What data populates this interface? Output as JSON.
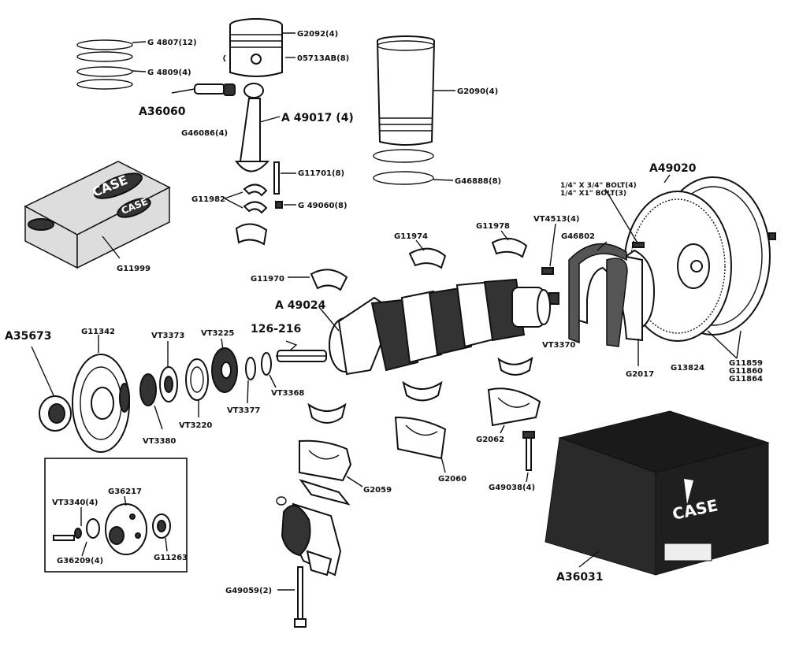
{
  "labels": {
    "g4807": "G 4807(12)",
    "g4809": "G 4809(4)",
    "g2092": "G2092(4)",
    "g05713": "05713AB(8)",
    "g2090": "G2090(4)",
    "a36060": "A36060",
    "a49017": "A 49017 (4)",
    "g46086": "G46086(4)",
    "g11701": "G11701(8)",
    "g11982": "G11982",
    "g49060": "G 49060(8)",
    "g46888": "G46888(8)",
    "g11999": "G11999",
    "a49020": "A49020",
    "bolt1": "1/4\" X 3/4\" BOLT(4)",
    "bolt2": "1/4\" X1\" BOLT(3)",
    "vt4513": "VT4513(4)",
    "g46802": "G46802",
    "g11974": "G11974",
    "g11978": "G11978",
    "g11970": "G11970",
    "a49024": "A 49024",
    "n126": "126-216",
    "a35673": "A35673",
    "g11342": "G11342",
    "vt3373": "VT3373",
    "vt3225": "VT3225",
    "vt3370": "VT3370",
    "g2017": "G2017",
    "g13824": "G13824",
    "g11859": "G11859",
    "g11860": "G11860",
    "g11864": "G11864",
    "vt3368": "VT3368",
    "vt3377": "VT3377",
    "vt3220": "VT3220",
    "vt3380": "VT3380",
    "g2062": "G2062",
    "g2060": "G2060",
    "g2059": "G2059",
    "g49038": "G49038(4)",
    "vt3340": "VT3340(4)",
    "g36217": "G36217",
    "g36209": "G36209(4)",
    "g11263": "G11263",
    "g49059": "G49059(2)",
    "a36031": "A36031"
  },
  "box_small": {
    "brand_top": "CASE",
    "brand_side": "CASE"
  },
  "box_large": {
    "brand": "CASE"
  }
}
